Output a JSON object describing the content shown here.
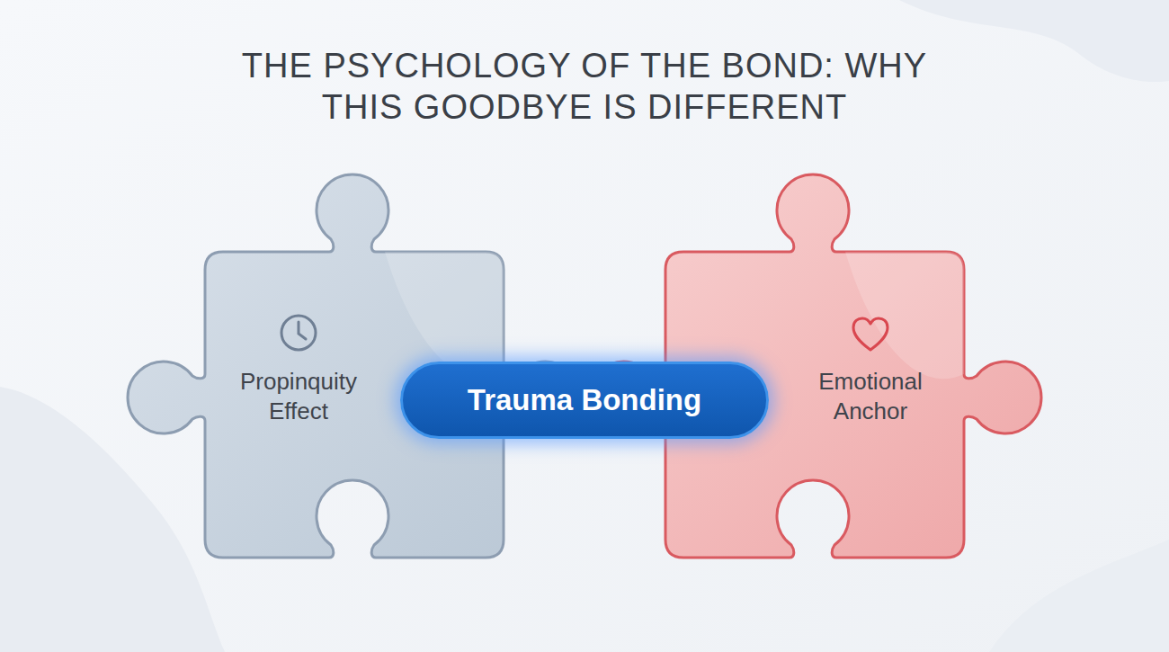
{
  "diagram": {
    "title": "THE PSYCHOLOGY OF THE BOND: WHY THIS GOODBYE IS DIFFERENT",
    "nodes": [
      {
        "text": [
          "Propinquity Effect"
        ]
      },
      {
        "text": [
          "Trauma Bonding"
        ]
      },
      {
        "text": [
          "Emotional Anchor"
        ]
      }
    ]
  }
}
